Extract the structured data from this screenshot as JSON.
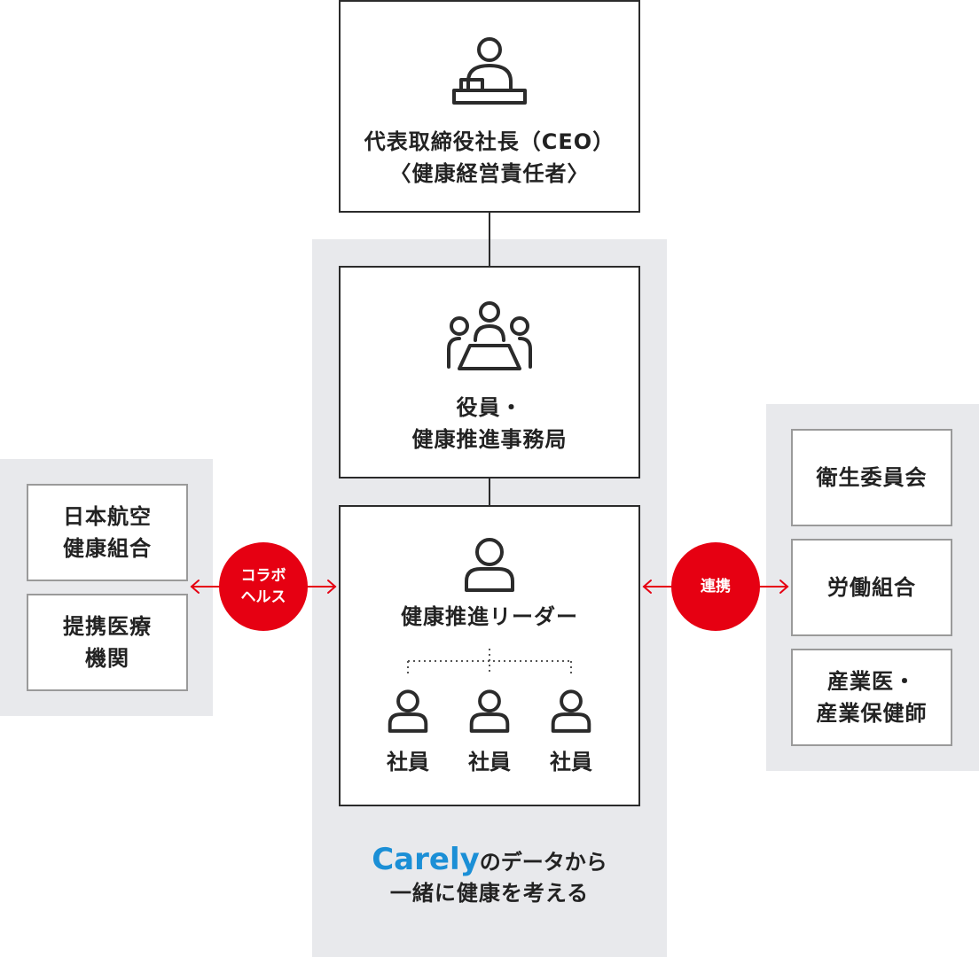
{
  "ceo": {
    "line1": "代表取締役社長（CEO）",
    "line2": "〈健康経営責任者〉",
    "icon": "presenter-desk-icon"
  },
  "office": {
    "line1": "役員・",
    "line2": "健康推進事務局",
    "icon": "meeting-group-icon"
  },
  "leader": {
    "title": "健康推進リーダー",
    "icon": "person-icon",
    "employees": [
      "社員",
      "社員",
      "社員"
    ]
  },
  "left": {
    "items": [
      {
        "line1": "日本航空",
        "line2": "健康組合"
      },
      {
        "line1": "提携医療",
        "line2": "機関"
      }
    ]
  },
  "right": {
    "items": [
      {
        "line1": "衛生委員会"
      },
      {
        "line1": "労働組合"
      },
      {
        "line1": "産業医・",
        "line2": "産業保健師"
      }
    ]
  },
  "badges": {
    "left": {
      "line1": "コラボ",
      "line2": "ヘルス"
    },
    "right": {
      "line1": "連携"
    }
  },
  "footer": {
    "brand": "Carely",
    "line1_suffix": "のデータから",
    "line2": "一緒に健康を考える"
  },
  "colors": {
    "accent": "#e60012",
    "brand": "#1b8fd6",
    "panel": "#e8e9ec",
    "line": "#2b2b2b"
  }
}
